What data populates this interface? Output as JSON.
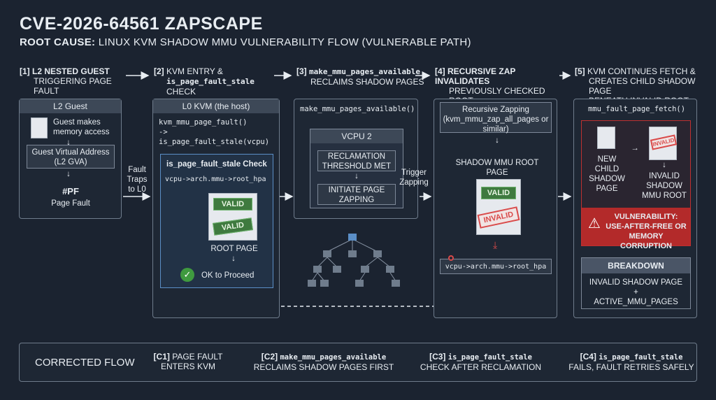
{
  "header": {
    "title": "CVE-2026-64561 ZAPSCAPE",
    "subtitle_label": "ROOT CAUSE:",
    "subtitle_text": "LINUX KVM SHADOW MMU VULNERABILITY FLOW (VULNERABLE PATH)"
  },
  "steps": [
    {
      "num": "[1]",
      "line1": "L2 NESTED GUEST",
      "line2": "TRIGGERING PAGE FAULT"
    },
    {
      "num": "[2]",
      "line1": "KVM ENTRY &",
      "line2_code": "is_page_fault_stale",
      "line2": "CHECK"
    },
    {
      "num": "[3]",
      "line1_code": "make_mmu_pages_available",
      "line2": "RECLAIMS SHADOW PAGES"
    },
    {
      "num": "[4]",
      "line1": "RECURSIVE ZAP INVALIDATES",
      "line2": "PREVIOUSLY CHECKED ROOT"
    },
    {
      "num": "[5]",
      "line1": "KVM CONTINUES FETCH &",
      "line2": "CREATES CHILD SHADOW PAGE",
      "line3": "BENEATH INVALID ROOT"
    }
  ],
  "l2": {
    "header": "L2 Guest",
    "access": "Guest makes memory access",
    "gva": "Guest Virtual Address (L2 GVA)",
    "pf": "#PF",
    "pf_label": "Page Fault"
  },
  "fault_traps": "Fault Traps to L0",
  "l0": {
    "header": "L0 KVM (the host)",
    "call1": "kvm_mmu_page_fault()",
    "call2": "-> is_page_fault_stale(vcpu)",
    "check_title": "is_page_fault_stale Check",
    "check_code": "vcpu->arch.mmu->root_hpa",
    "valid1": "VALID",
    "valid2": "VALID",
    "root_page": "ROOT PAGE",
    "ok": "OK to Proceed"
  },
  "reclaim": {
    "header": "make_mmu_pages_available()",
    "vcpu": "VCPU 2",
    "threshold": "RECLAMATION THRESHOLD MET",
    "initiate": "INITIATE PAGE ZAPPING"
  },
  "trigger": "Trigger Zapping",
  "zap": {
    "title": "Recursive Zapping (kvm_mmu_zap_all_pages or similar)",
    "shadow_root": "SHADOW MMU ROOT PAGE",
    "valid": "VALID",
    "invalid": "INVALID",
    "root_hpa": "vcpu->arch.mmu->root_hpa"
  },
  "fetch": {
    "header": "mmu_fault_page_fetch()",
    "new_child": "NEW CHILD SHADOW PAGE",
    "invalid_stamp": "INVALID",
    "invalid_root": "INVALID SHADOW MMU ROOT",
    "vuln": "VULNERABILITY: USE-AFTER-FREE OR MEMORY CORRUPTION",
    "breakdown": "BREAKDOWN",
    "breakdown_l1": "INVALID SHADOW PAGE",
    "breakdown_plus": "+",
    "breakdown_l2": "ACTIVE_MMU_PAGES"
  },
  "corrected": {
    "label": "CORRECTED FLOW",
    "steps": [
      {
        "num": "[C1]",
        "a": "PAGE FAULT",
        "b": "ENTERS KVM"
      },
      {
        "num": "[C2]",
        "a_code": "make_mmu_pages_available",
        "b": "RECLAIMS SHADOW PAGES FIRST"
      },
      {
        "num": "[C3]",
        "a_code": "is_page_fault_stale",
        "b": "CHECK AFTER RECLAMATION"
      },
      {
        "num": "[C4]",
        "a_code": "is_page_fault_stale",
        "b": "FAILS, FAULT RETRIES SAFELY"
      }
    ]
  },
  "colors": {
    "background": "#1b2330",
    "valid": "#3f7a3f",
    "invalid": "#d94a4a",
    "vuln_bg": "#b32a2a",
    "accent_blue": "#5b8fc7"
  }
}
